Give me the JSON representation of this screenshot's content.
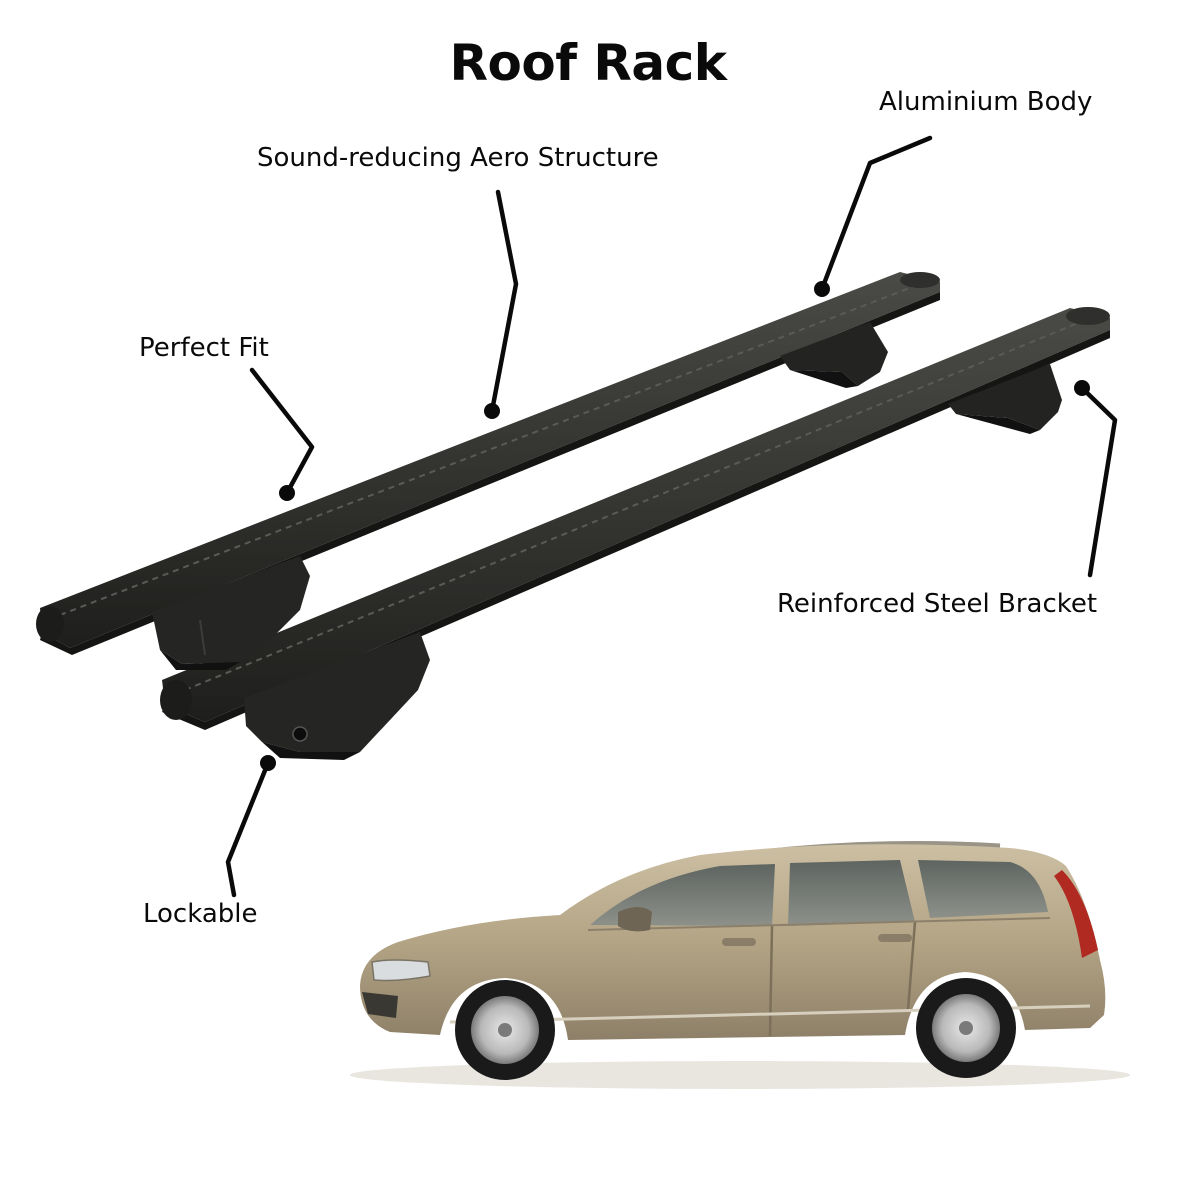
{
  "title": "Roof Rack",
  "callouts": {
    "aluminium_body": "Aluminium Body",
    "aero_structure": "Sound-reducing Aero Structure",
    "perfect_fit": "Perfect Fit",
    "steel_bracket": "Reinforced Steel Bracket",
    "lockable": "Lockable"
  },
  "colors": {
    "background": "#ffffff",
    "text": "#0a0a0a",
    "bar": "#2b2b2b",
    "car_body": "#b5a68a"
  }
}
